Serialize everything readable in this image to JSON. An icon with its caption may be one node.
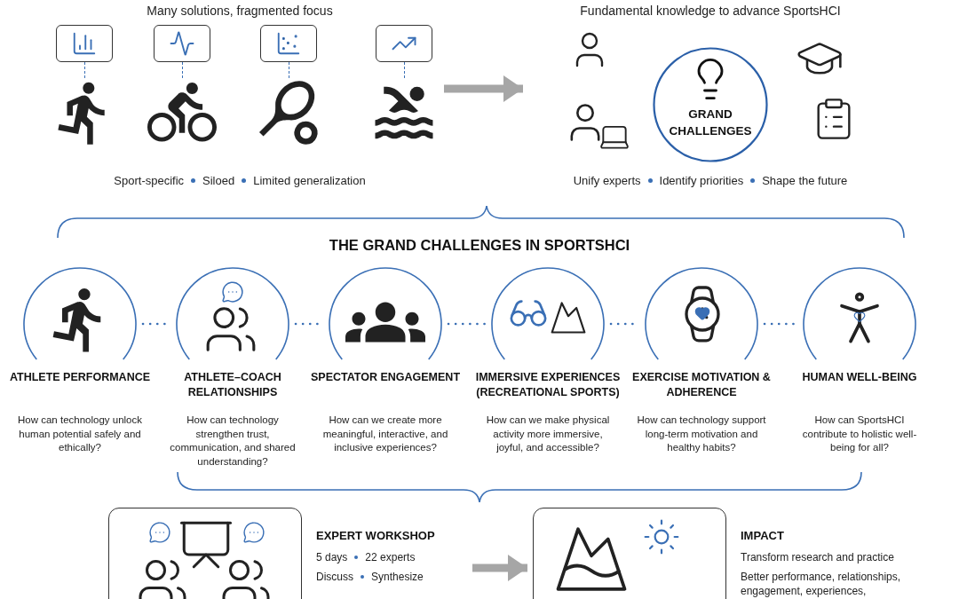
{
  "diagram": {
    "nodes": [
      {
        "text": [
          "Many solutions, fragmented focus",
          "Sport-specific",
          "Siloed",
          "Limited generalization"
        ]
      },
      {
        "text": [
          "Fundamental knowledge to advance SportsHCI",
          "Unify experts",
          "Identify priorities",
          "Shape the future"
        ]
      },
      {
        "text": [
          "GRAND CHALLENGES"
        ],
        "in": 1
      },
      {
        "text": [
          "THE GRAND CHALLENGES IN SPORTSHCI"
        ]
      },
      {
        "text": [
          "ATHLETE PERFORMANCE",
          "How can technology unlock human potential safely and ethically?"
        ],
        "in": 3
      },
      {
        "text": [
          "ATHLETE–COACH RELATIONSHIPS",
          "How can technology strengthen trust, communication, and shared understanding?"
        ],
        "in": 3
      },
      {
        "text": [
          "SPECTATOR ENGAGEMENT",
          "How can we create more meaningful, interactive, and inclusive experiences?"
        ],
        "in": 3
      },
      {
        "text": [
          "IMMERSIVE EXPERIENCES (RECREATIONAL SPORTS)",
          "How can we make physical activity more immersive, joyful, and accessible?"
        ],
        "in": 3
      },
      {
        "text": [
          "EXERCISE MOTIVATION & ADHERENCE",
          "How can technology support long-term motivation and healthy habits?"
        ],
        "in": 3
      },
      {
        "text": [
          "HUMAN WELL-BEING",
          "How can SportsHCI contribute to holistic well-being for all?"
        ],
        "in": 3
      },
      {
        "text": [
          "EXPERT WORKSHOP",
          "5 days",
          "22 experts",
          "Discuss",
          "Synthesize"
        ]
      },
      {
        "text": [
          "IMPACT",
          "Transform research and practice",
          "Better performance, relationships, engagement, experiences,"
        ]
      }
    ],
    "edges": [
      {
        "from": 0,
        "to": 1,
        "arrow": "to",
        "style": "thick",
        "color": "#a6a6a6"
      },
      {
        "from": 4,
        "to": 5,
        "arrow": "none",
        "style": "dashed"
      },
      {
        "from": 5,
        "to": 6,
        "arrow": "none",
        "style": "dashed"
      },
      {
        "from": 6,
        "to": 7,
        "arrow": "none",
        "style": "dashed"
      },
      {
        "from": 7,
        "to": 8,
        "arrow": "none",
        "style": "dashed"
      },
      {
        "from": 8,
        "to": 9,
        "arrow": "none",
        "style": "dashed"
      },
      {
        "from": 10,
        "to": 11,
        "arrow": "to",
        "style": "thick",
        "color": "#a6a6a6"
      }
    ]
  }
}
